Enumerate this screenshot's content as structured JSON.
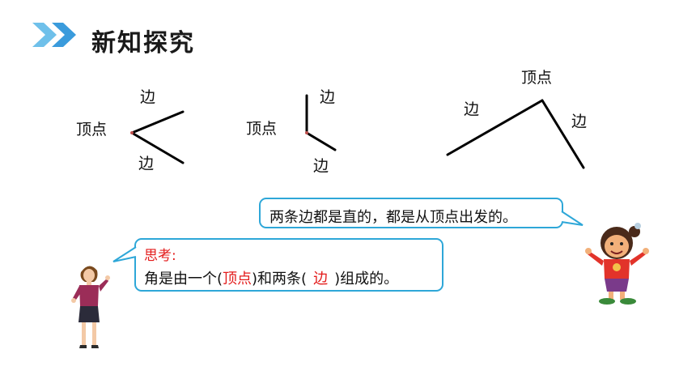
{
  "header": {
    "title": "新知探究",
    "accent_color": "#3a9bdc",
    "icon": "double-chevron-right-icon"
  },
  "angles": [
    {
      "vertex_label": "顶点",
      "side_labels": [
        "边",
        "边"
      ]
    },
    {
      "vertex_label": "顶点",
      "side_labels": [
        "边",
        "边"
      ]
    },
    {
      "vertex_label": "顶点",
      "side_labels": [
        "边",
        "边"
      ]
    }
  ],
  "bubble_statement": {
    "text": "两条边都是直的，都是从顶点出发的。",
    "border_color": "#2ea7d8"
  },
  "bubble_question": {
    "prompt": "思考:",
    "text_part1": "角是由一个(",
    "answer1": "顶点",
    "text_part2": ")和两条(",
    "answer2": "边",
    "text_part3": ")组成的。",
    "answer_color": "#e31b1b"
  },
  "characters": [
    "teacher-figure",
    "girl-figure"
  ]
}
